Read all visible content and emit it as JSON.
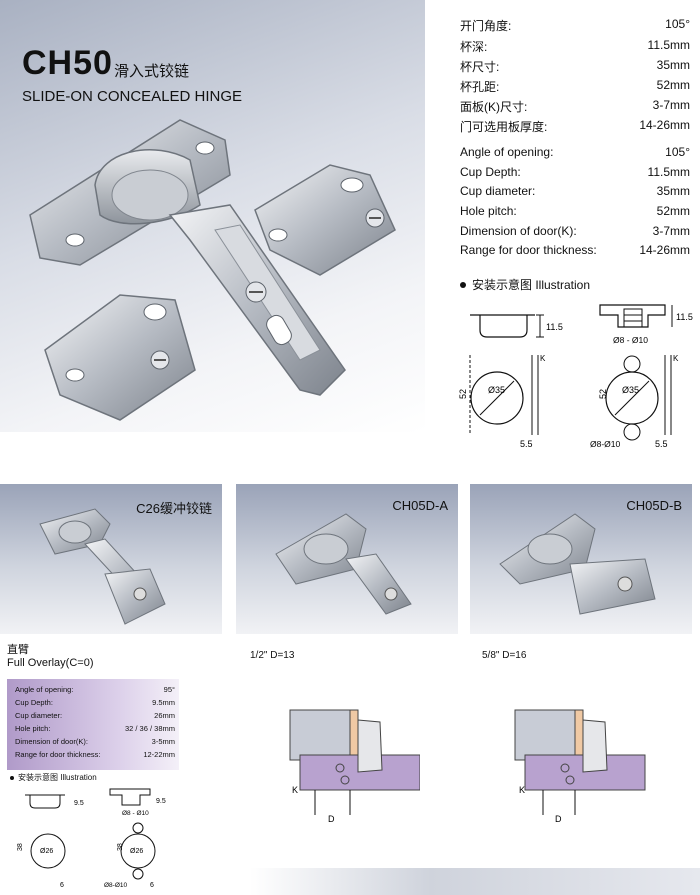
{
  "hero": {
    "model": "CH50",
    "name_cn": "滑入式铰链",
    "name_en": "SLIDE-ON CONCEALED HINGE"
  },
  "specs_cn": [
    {
      "label": "开门角度:",
      "value": "105°"
    },
    {
      "label": "杯深:",
      "value": "11.5mm"
    },
    {
      "label": "杯尺寸:",
      "value": "35mm"
    },
    {
      "label": "杯孔距:",
      "value": "52mm"
    },
    {
      "label": "面板(K)尺寸:",
      "value": "3-7mm"
    },
    {
      "label": "门可选用板厚度:",
      "value": "14-26mm"
    }
  ],
  "specs_en": [
    {
      "label": "Angle of opening:",
      "value": "105°"
    },
    {
      "label": "Cup Depth:",
      "value": "11.5mm"
    },
    {
      "label": "Cup diameter:",
      "value": "35mm"
    },
    {
      "label": "Hole pitch:",
      "value": "52mm"
    },
    {
      "label": "Dimension of door(K):",
      "value": "3-7mm"
    },
    {
      "label": "Range for door thickness:",
      "value": "14-26mm"
    }
  ],
  "illustration": {
    "heading": "安装示意图 Illustration",
    "depth": "11.5",
    "hole_range": "Ø8 - Ø10",
    "cup": "Ø35",
    "pitch": "52",
    "offset": "5.5",
    "k": "K",
    "hole_range_b": "Ø8-Ø10"
  },
  "panels": [
    {
      "title": "C26缓冲铰链"
    },
    {
      "title": "CH05D-A"
    },
    {
      "title": "CH05D-B"
    }
  ],
  "captions": {
    "straight_cn": "直臂",
    "straight_en": "Full Overlay(C=0)",
    "half": "1/2\"  D=13",
    "five_eighths": "5/8\"  D=16"
  },
  "small_specs": [
    {
      "label": "Angle of opening:",
      "value": "95°"
    },
    {
      "label": "Cup Depth:",
      "value": "9.5mm"
    },
    {
      "label": "Cup diameter:",
      "value": "26mm"
    },
    {
      "label": "Hole pitch:",
      "value": "32 / 36 / 38mm"
    },
    {
      "label": "Dimension of door(K):",
      "value": "3-5mm"
    },
    {
      "label": "Range for door thickness:",
      "value": "12-22mm"
    }
  ],
  "small_illus": {
    "heading": "安装示意图 Illustration",
    "depth": "9.5",
    "hole_range": "Ø8 - Ø10",
    "cup": "Ø26",
    "pitch": "38",
    "offset": "6",
    "hole_range_b": "Ø8-Ø10"
  },
  "mount_labels": {
    "k": "K",
    "d": "D"
  }
}
